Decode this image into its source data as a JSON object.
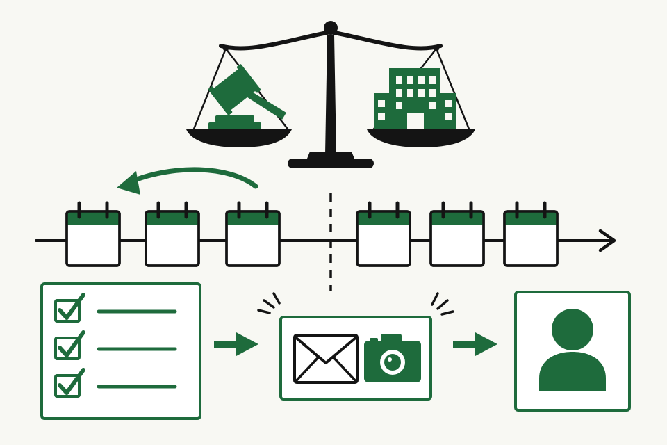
{
  "colors": {
    "background": "#f8f8f3",
    "ink": "#141414",
    "green": "#1e6b3c",
    "white": "#ffffff"
  },
  "scale": {
    "icon": "balance-scale-icon",
    "left_pan": "gavel-icon",
    "right_pan": "office-building-icon"
  },
  "timeline": {
    "calendars_before_divider": 3,
    "calendars_after_divider": 3,
    "arrow_direction": "right",
    "back_arrow_direction": "left"
  },
  "flow": {
    "steps": [
      {
        "name": "checklist",
        "icon": "checklist-icon",
        "checked_items": 3
      },
      {
        "name": "communications",
        "icons": [
          "envelope-icon",
          "camera-icon"
        ]
      },
      {
        "name": "person",
        "icon": "person-icon"
      }
    ]
  }
}
